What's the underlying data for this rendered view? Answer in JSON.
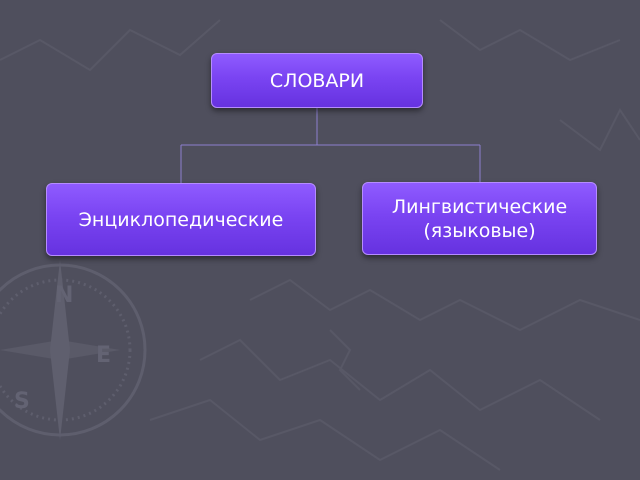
{
  "diagram": {
    "root": {
      "label": "СЛОВАРИ"
    },
    "children": [
      {
        "label": "Энциклопедические"
      },
      {
        "label": "Лингвистические (языковые)"
      }
    ]
  },
  "colors": {
    "background": "#4f4f5d",
    "node_fill_top": "#8f5bff",
    "node_fill_bottom": "#6632e0",
    "node_border": "#b58cff",
    "connector": "#8c7fd0"
  }
}
